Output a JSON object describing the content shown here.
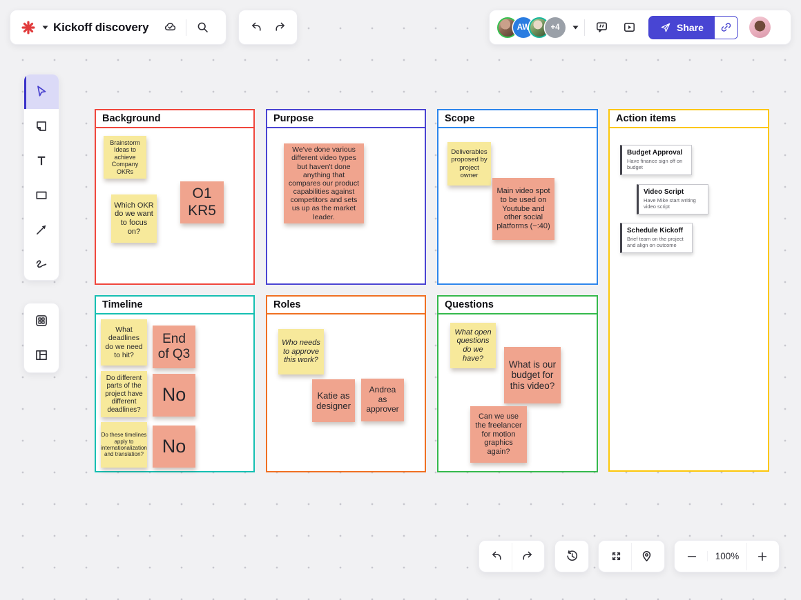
{
  "header": {
    "board_title": "Kickoff discovery"
  },
  "topbar": {
    "collaborator_initials": "AW",
    "collaborator_overflow": "+4",
    "share_label": "Share",
    "icons": [
      "cloud-saved",
      "search",
      "undo",
      "redo",
      "comments",
      "presentation-play",
      "share-paper-plane",
      "copy-link"
    ]
  },
  "left_toolbar": {
    "active_tool": "select",
    "tools": [
      "select",
      "sticky-note",
      "text",
      "shape",
      "arrow",
      "pen"
    ],
    "extra_tools": [
      "apps",
      "frames"
    ]
  },
  "frames": [
    {
      "title": "Background",
      "border_color": "#f0463c",
      "stickies": [
        {
          "color": "yellow",
          "text": "Brainstorm Ideas to achieve Company OKRs"
        },
        {
          "color": "yellow",
          "text": "Which OKR do we want to focus on?"
        },
        {
          "color": "salmon",
          "text": "O1 KR5"
        }
      ]
    },
    {
      "title": "Purpose",
      "border_color": "#4a44d3",
      "stickies": [
        {
          "color": "salmon",
          "text": "We've done various different video types but haven't done anything that compares our product capabilities against competitors and sets us up as the market leader."
        }
      ]
    },
    {
      "title": "Scope",
      "border_color": "#2d86ec",
      "stickies": [
        {
          "color": "yellow",
          "text": "Deliverables proposed by project owner"
        },
        {
          "color": "salmon",
          "text": "Main video spot to be used on Youtube and other social platforms (~:40)"
        }
      ]
    },
    {
      "title": "Action items",
      "border_color": "#fcc70a",
      "cards": [
        {
          "title": "Budget Approval",
          "desc": "Have finance sign off on budget"
        },
        {
          "title": "Video Script",
          "desc": "Have Mike start writing video script"
        },
        {
          "title": "Schedule Kickoff",
          "desc": "Brief team on the project and align on outcome"
        }
      ]
    },
    {
      "title": "Timeline",
      "border_color": "#15bfb2",
      "stickies": [
        {
          "color": "yellow",
          "text": "What deadlines do we need to hit?"
        },
        {
          "color": "salmon",
          "text": "End of Q3"
        },
        {
          "color": "yellow",
          "text": "Do different parts of the project have different deadlines?"
        },
        {
          "color": "salmon",
          "text": "No"
        },
        {
          "color": "yellow",
          "text": "Do these timelines apply to internationalization and translation?"
        },
        {
          "color": "salmon",
          "text": "No"
        }
      ]
    },
    {
      "title": "Roles",
      "border_color": "#f07022",
      "stickies": [
        {
          "color": "yellow",
          "italic": true,
          "text": "Who needs to approve this work?"
        },
        {
          "color": "salmon",
          "text": "Katie as designer"
        },
        {
          "color": "salmon",
          "text": "Andrea as approver"
        }
      ]
    },
    {
      "title": "Questions",
      "border_color": "#34b94c",
      "stickies": [
        {
          "color": "yellow",
          "italic": true,
          "text": "What open questions do we have?"
        },
        {
          "color": "salmon",
          "text": "What is our budget for this video?"
        },
        {
          "color": "salmon",
          "text": "Can we use the freelancer for motion graphics again?"
        }
      ]
    }
  ],
  "bottom_toolbar": {
    "zoom_level": "100%",
    "icons": [
      "undo",
      "redo",
      "history",
      "fit-to-screen",
      "locate",
      "zoom-out",
      "zoom-in"
    ]
  },
  "colors": {
    "accent": "#4845d3",
    "sticky_yellow": "#f7e99b",
    "sticky_salmon": "#f0a48e",
    "logo_red": "#e13b3c",
    "collaborator_badge_blue": "#2a7de1"
  }
}
